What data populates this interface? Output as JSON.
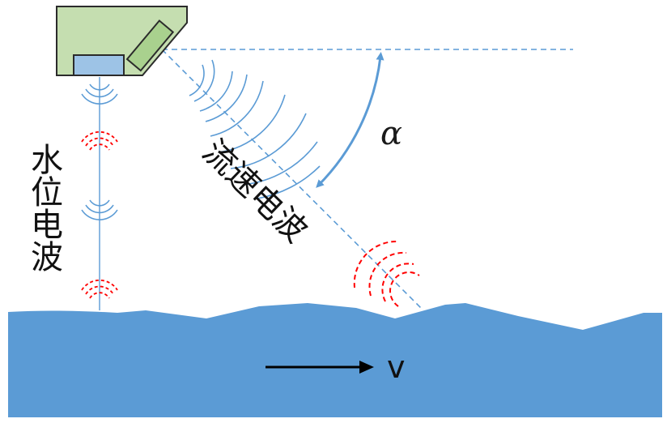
{
  "labels": {
    "water_level_wave": "水位电波",
    "flow_velocity_wave": "流速电波",
    "angle": "α",
    "velocity": "v"
  },
  "colors": {
    "sensor_body": "#c5deb0",
    "sensor_outline": "#2b2b2b",
    "level_emitter": "#9dc3e6",
    "velocity_emitter": "#a9d18e",
    "beam_line": "#5b9bd5",
    "emitted_wave": "#5b9bd5",
    "reflected_wave": "#ff0000",
    "water": "#5b9bd5",
    "flow_arrow": "#000000"
  },
  "icons": {
    "sensor": "radar-sensor-icon",
    "flow_arrow": "arrow-right-icon"
  }
}
